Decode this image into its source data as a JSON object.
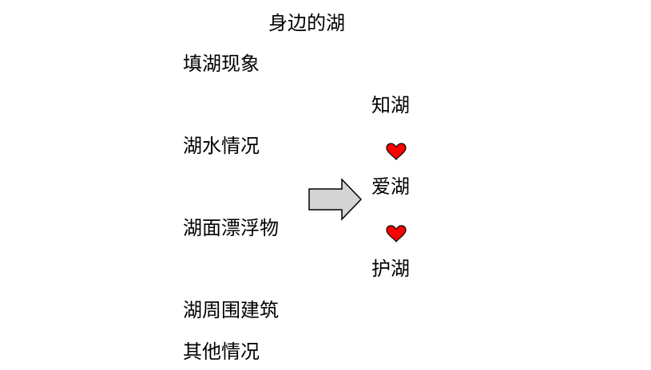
{
  "title": "身边的湖",
  "topics": [
    "填湖现象",
    "湖水情况",
    "湖面漂浮物",
    "湖周围建筑",
    "其他情况"
  ],
  "chain": [
    "知湖",
    "爱湖",
    "护湖"
  ],
  "icons": {
    "arrow": "right-arrow-icon",
    "heart": "heart-icon"
  },
  "colors": {
    "heart_fill": "#ff0000",
    "arrow_fill": "#d4d4d4",
    "text": "#000000"
  }
}
